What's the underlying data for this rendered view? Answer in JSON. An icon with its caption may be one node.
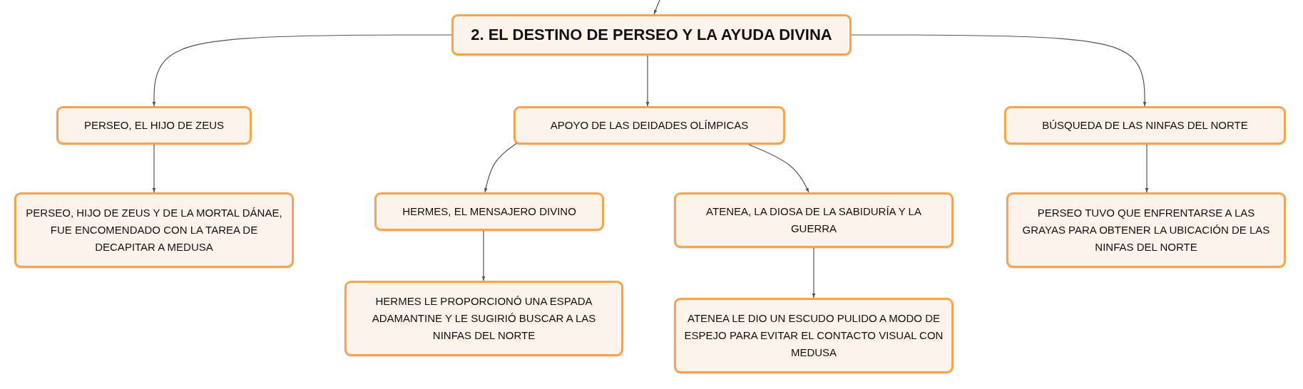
{
  "diagram": {
    "nodes": [
      {
        "text": [
          "2. EL DESTINO DE PERSEO Y LA AYUDA DIVINA"
        ]
      },
      {
        "text": [
          "PERSEO, EL HIJO DE ZEUS"
        ]
      },
      {
        "text": [
          "APOYO DE LAS DEIDADES OLÍMPICAS"
        ]
      },
      {
        "text": [
          "BÚSQUEDA DE LAS NINFAS DEL NORTE"
        ]
      },
      {
        "text": [
          "PERSEO, HIJO DE ZEUS Y DE LA MORTAL DÁNAE, FUE ENCOMENDADO CON LA TAREA DE DECAPITAR A MEDUSA"
        ]
      },
      {
        "text": [
          "HERMES, EL MENSAJERO DIVINO"
        ]
      },
      {
        "text": [
          "ATENEA, LA DIOSA DE LA SABIDURÍA Y LA GUERRA"
        ]
      },
      {
        "text": [
          "HERMES LE PROPORCIONÓ UNA ESPADA ADAMANTINE Y LE SUGIRIÓ BUSCAR A LAS NINFAS DEL NORTE"
        ]
      },
      {
        "text": [
          "ATENEA LE DIO UN ESCUDO PULIDO A MODO DE ESPEJO PARA EVITAR EL CONTACTO VISUAL CON MEDUSA"
        ]
      },
      {
        "text": [
          "PERSEO TUVO QUE ENFRENTARSE A LAS GRAYAS PARA OBTENER LA UBICACIÓN DE LAS NINFAS DEL NORTE"
        ]
      }
    ],
    "edges": [
      {
        "from": null,
        "to": 0,
        "arrow": "to"
      },
      {
        "from": 0,
        "to": 1,
        "arrow": "to"
      },
      {
        "from": 0,
        "to": 2,
        "arrow": "to"
      },
      {
        "from": 0,
        "to": 3,
        "arrow": "to"
      },
      {
        "from": 1,
        "to": 4,
        "arrow": "to"
      },
      {
        "from": 2,
        "to": 5,
        "arrow": "to"
      },
      {
        "from": 2,
        "to": 6,
        "arrow": "to"
      },
      {
        "from": 5,
        "to": 7,
        "arrow": "to"
      },
      {
        "from": 6,
        "to": 8,
        "arrow": "to"
      },
      {
        "from": 3,
        "to": 9,
        "arrow": "to"
      }
    ]
  }
}
